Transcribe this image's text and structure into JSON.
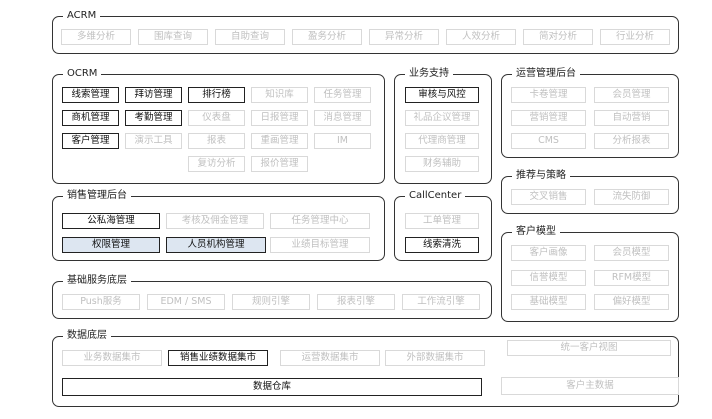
{
  "groups": {
    "acrm": {
      "title": "ACRM",
      "items": [
        "多维分析",
        "围库查询",
        "自助查询",
        "盈务分析",
        "异常分析",
        "人效分析",
        "简对分析",
        "行业分析"
      ]
    },
    "ocrm": {
      "title": "OCRM",
      "items": [
        "线索管理",
        "拜访管理",
        "排行榜",
        "知识库",
        "任务管理",
        "商机管理",
        "考勤管理",
        "仪表盘",
        "日报管理",
        "消息管理",
        "客户管理",
        "演示工具",
        "报表",
        "重画管理",
        "IM",
        "复访分析",
        "报价管理"
      ]
    },
    "business": {
      "title": "业务支持",
      "items": [
        "审核与风控",
        "礼品企议管理",
        "代理商管理",
        "财务辅助"
      ]
    },
    "ops": {
      "title": "运营管理后台",
      "items": [
        "卡卷管理",
        "会员管理",
        "营销管理",
        "自动营销",
        "CMS",
        "分析报表"
      ]
    },
    "sales": {
      "title": "销售管理后台",
      "items": [
        "公私海管理",
        "考核及佣金管理",
        "任务管理中心",
        "权限管理",
        "人员机构管理",
        "业绩目标管理"
      ]
    },
    "callcenter": {
      "title": "CallCenter",
      "items": [
        "工单管理",
        "线索清洗"
      ]
    },
    "recommend": {
      "title": "推荐与策略",
      "items": [
        "交叉销售",
        "流失防御"
      ]
    },
    "customer_model": {
      "title": "客户模型",
      "items": [
        "客户画像",
        "会员模型",
        "信誉模型",
        "RFM模型",
        "基础模型",
        "偏好模型"
      ]
    },
    "base": {
      "title": "基础服务底层",
      "items": [
        "Push服务",
        "EDM / SMS",
        "规则引擎",
        "报表引擎",
        "工作流引擎"
      ]
    },
    "data": {
      "title": "数据底层",
      "items": [
        "业务数据集市",
        "销售业绩数据集市",
        "运营数据集市",
        "外部数据集市",
        "数据仓库"
      ]
    },
    "unified_view": "统一客户视图",
    "customer_master": "客户主数据"
  },
  "colors": {
    "border_active": "#222222",
    "border_inactive": "#d9d9d9",
    "text_inactive": "#c0c0c0",
    "highlight_fill": "#dde6f1"
  }
}
